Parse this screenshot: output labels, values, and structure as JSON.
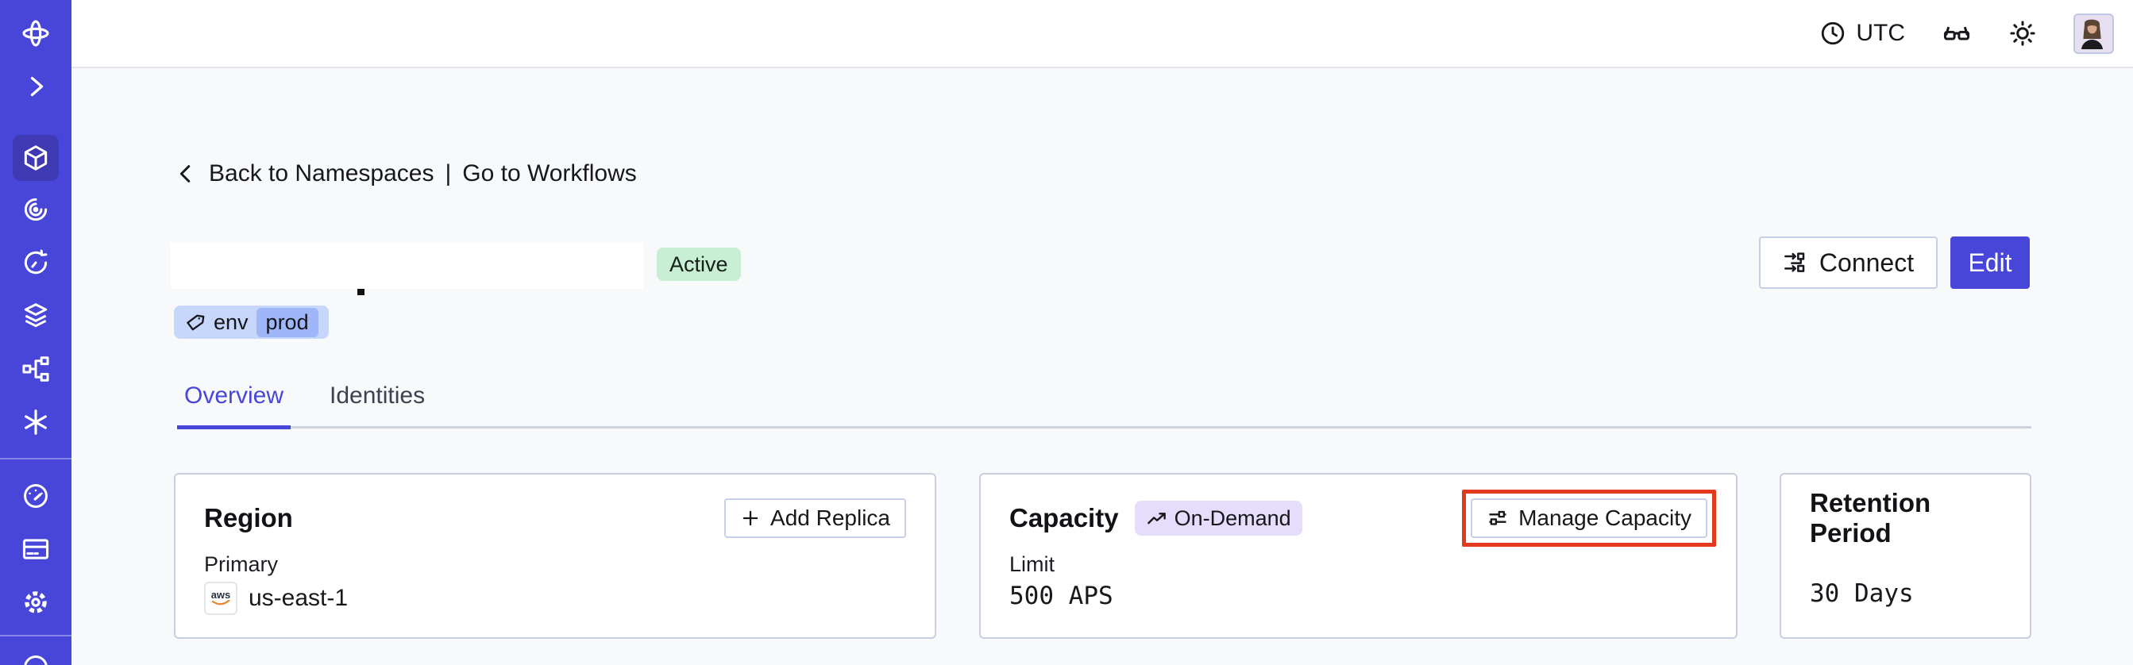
{
  "colors": {
    "accent_indigo": "#4845D9",
    "sidebar_active_bg": "#3F39B3",
    "status_active_bg": "#C8EFD3",
    "tag_outer_bg": "#C7D6FB",
    "tag_inner_bg": "#9FB6F8",
    "ondemand_badge_bg": "#E5DDFB",
    "annotation_red": "#E3391D",
    "page_bg": "#F8F9FB"
  },
  "sidebar": {
    "icons": [
      "temporal-logo",
      "expand-chevron",
      "namespaces-cube",
      "workflows-spiral",
      "schedules-clock",
      "stack-layers",
      "deployments-fork",
      "nexus-asterisk",
      "usage-gauge",
      "billing-card",
      "settings-gear",
      "support-circle"
    ]
  },
  "topbar": {
    "timezone": "UTC",
    "icons": [
      "clock-icon",
      "glasses-icon",
      "sun-icon",
      "user-avatar"
    ]
  },
  "breadcrumb": {
    "back_label": "Back to Namespaces",
    "divider": "|",
    "workflows_label": "Go to Workflows"
  },
  "namespace_header": {
    "status_badge": "Active",
    "tag_key": "env",
    "tag_value": "prod",
    "connect_button": "Connect",
    "edit_button": "Edit"
  },
  "tabs": [
    {
      "label": "Overview",
      "active": true
    },
    {
      "label": "Identities",
      "active": false
    }
  ],
  "cards": [
    {
      "id": "region",
      "title": "Region",
      "action_button": "Add Replica",
      "field_label": "Primary",
      "provider": "aws",
      "field_value": "us-east-1"
    },
    {
      "id": "capacity",
      "title": "Capacity",
      "badge": "On-Demand",
      "action_button": "Manage Capacity",
      "field_label": "Limit",
      "field_value": "500 APS",
      "highlighted": true
    },
    {
      "id": "retention",
      "title": "Retention Period",
      "field_value": "30 Days"
    }
  ]
}
